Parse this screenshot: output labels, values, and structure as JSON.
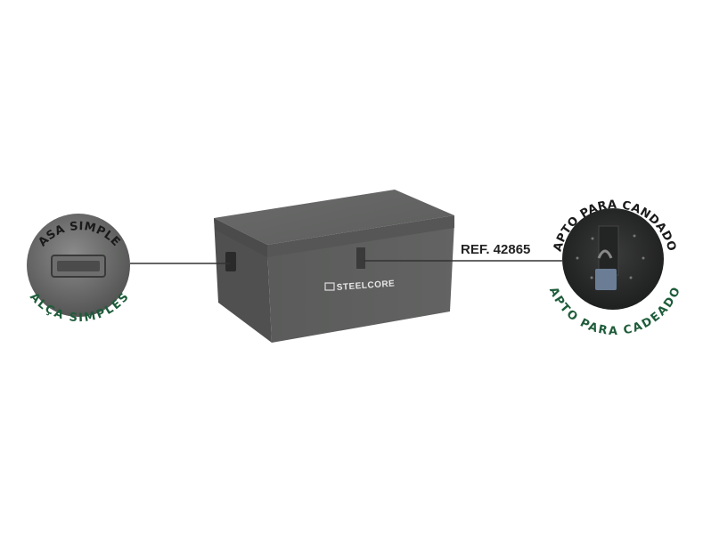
{
  "product": {
    "reference": "REF. 42865",
    "brand_logo": "STEELCORE",
    "colors": {
      "box": "#5a5b5a",
      "label_dark": "#1a1a1a",
      "label_green": "#1e5c3a"
    }
  },
  "callouts": [
    {
      "label_top": "ASA SIMPLE",
      "label_bottom": "ALÇA SIMPLES",
      "icon": "handle-detail"
    },
    {
      "label_top": "APTO PARA CANDADO",
      "label_bottom": "APTO PARA CADEADO",
      "icon": "padlock-detail"
    }
  ]
}
